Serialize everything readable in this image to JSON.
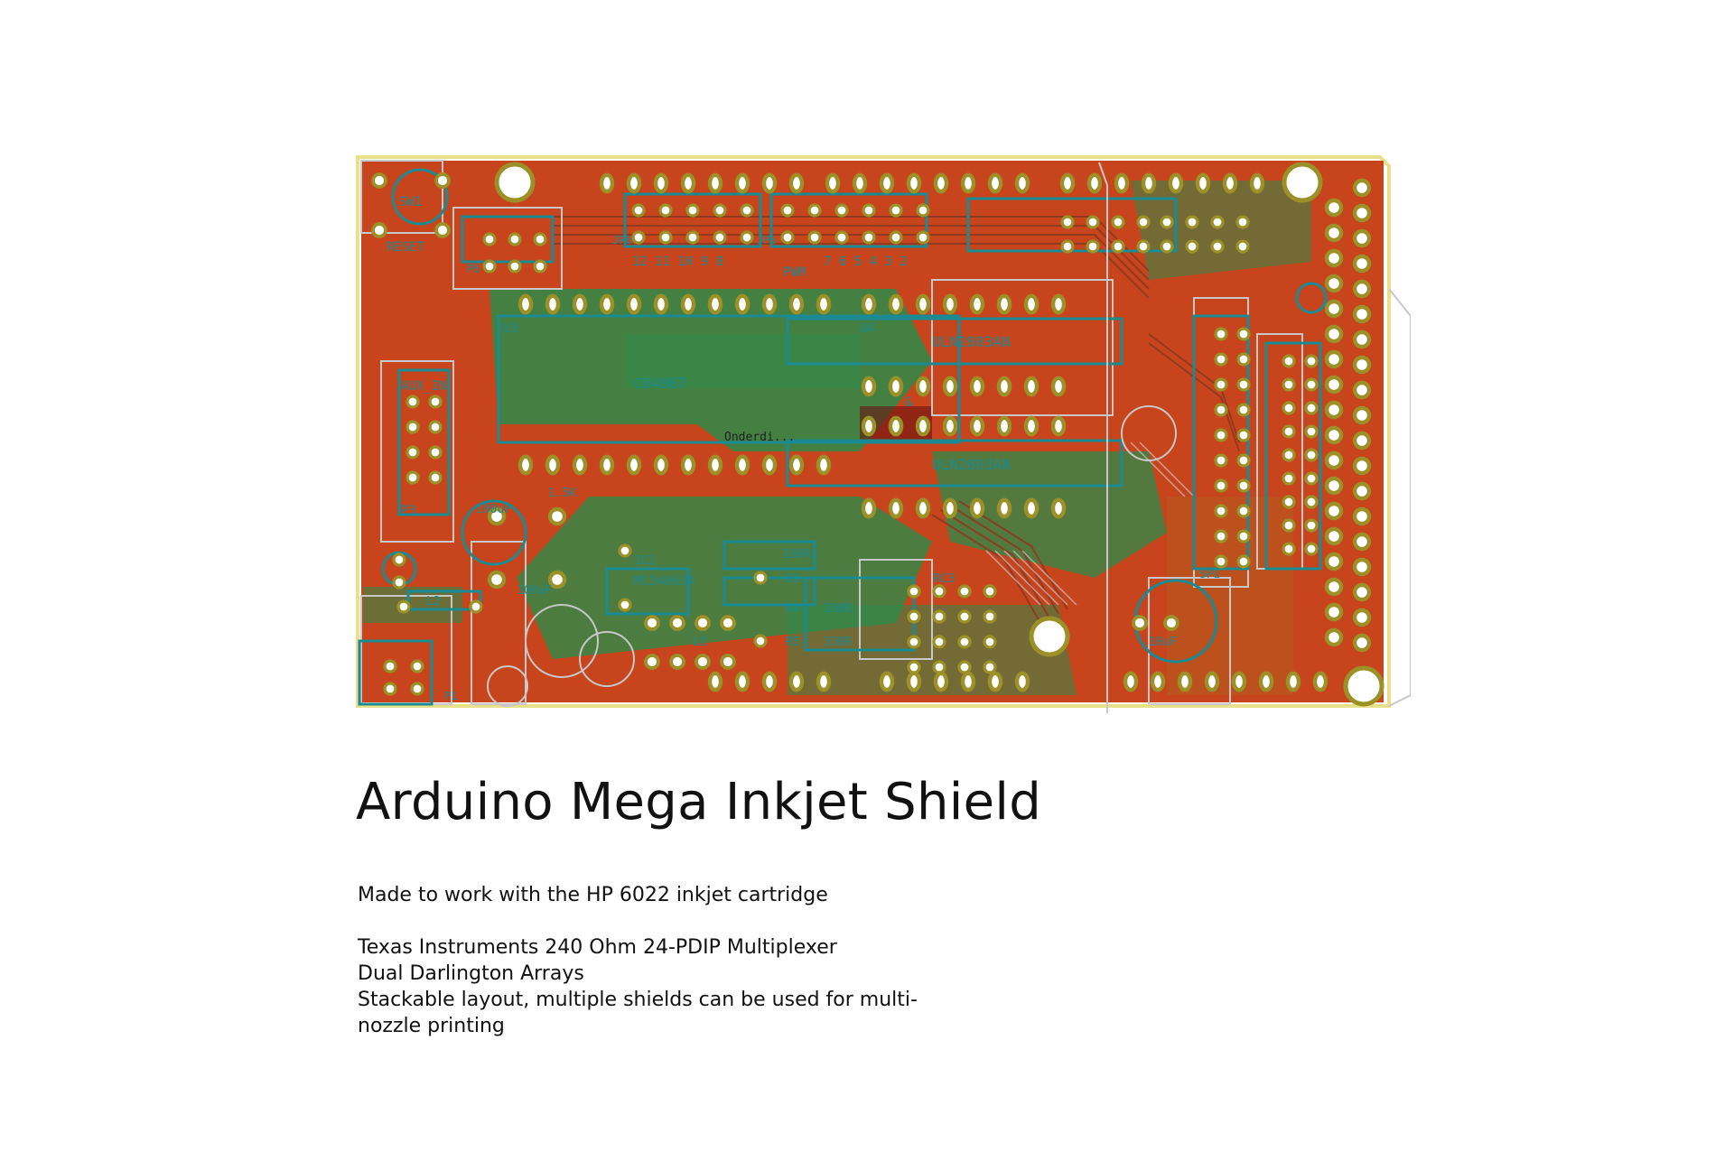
{
  "page": {
    "title": "Arduino Mega Inkjet Shield",
    "description": [
      "Made to work with the HP 6022 inkjet cartridge",
      "",
      "Texas Instruments 240 Ohm 24-PDIP Multiplexer",
      "Dual Darlington Arrays",
      "Stackable layout, multiple shields can be used for multi-",
      "nozzle printing"
    ]
  },
  "pcb": {
    "colors": {
      "copper_front": "#c8441c",
      "copper_back": "#2e8b4a",
      "pad": "#9b9128",
      "silkscreen": "#1a8a93",
      "outline": "#e8e18a",
      "courtyard": "#c8c8c8"
    },
    "labels": {
      "sw1": "SW1",
      "reset": "RESET",
      "p6": "P6",
      "jp6": "JP6",
      "jp5": "JP5",
      "pin_numbers": "12 11 10 9 8",
      "pwm": "PWM",
      "pin_numbers_2": "7 6 5 4 3 2",
      "u3": "U3",
      "cd4067": "CD4067",
      "u4": "U4",
      "uln2803an_top": "ULN2803AN",
      "uln2803an_bottom": "ULN2803AN",
      "aux_in": "AUX_IN",
      "p3": "P3",
      "cap_100uf_1": "100uF",
      "cap_100uf_2": "100uF",
      "r_1k5": "1.5K",
      "ic1": "IC1",
      "mc34063": "MC34063A",
      "r_180": "180R",
      "r_330a": "330R",
      "r_330b": "330R",
      "l1": "L1",
      "l2": "L2",
      "d1": "D1",
      "r5": "R5",
      "r4": "R4",
      "rc3": "RC3",
      "c_10uf": "10uF",
      "p1": "P1",
      "ampersand": "&",
      "spi": "SPI",
      "opening": "Onderdi..."
    }
  }
}
